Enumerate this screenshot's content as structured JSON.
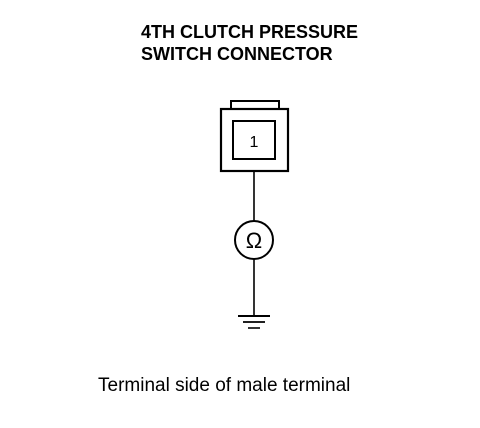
{
  "title": {
    "line1": "4TH CLUTCH PRESSURE",
    "line2": "SWITCH CONNECTOR"
  },
  "connector": {
    "terminal_label": "1"
  },
  "meter": {
    "symbol": "Ω"
  },
  "caption": "Terminal side of male terminal"
}
